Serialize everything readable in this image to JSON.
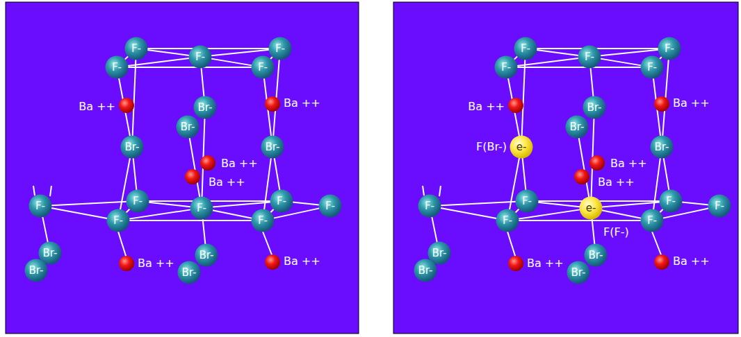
{
  "diagram": {
    "nodes": [
      {
        "text": [
          "F-"
        ]
      },
      {
        "text": [
          "F-"
        ]
      },
      {
        "text": [
          "F-"
        ]
      },
      {
        "text": [
          "F-"
        ]
      },
      {
        "text": [
          "F-"
        ]
      },
      {
        "text": [
          "Br-"
        ]
      },
      {
        "text": [
          "Br-"
        ]
      },
      {
        "text": [
          "Br-"
        ]
      },
      {
        "text": [
          "Br-"
        ]
      },
      {
        "text": [
          "F-"
        ]
      },
      {
        "text": [
          "F-"
        ]
      },
      {
        "text": [
          "F-"
        ]
      },
      {
        "text": [
          "F-"
        ]
      },
      {
        "text": [
          "F-"
        ]
      },
      {
        "text": [
          "F-"
        ]
      },
      {
        "text": [
          "F-"
        ]
      },
      {
        "text": [
          "Br-"
        ]
      },
      {
        "text": [
          "Br-"
        ]
      },
      {
        "text": [
          "Br-"
        ]
      },
      {
        "text": [
          "Br-"
        ]
      },
      {
        "text": [
          "F-"
        ]
      },
      {
        "text": [
          "F-"
        ]
      },
      {
        "text": [
          "F-"
        ]
      },
      {
        "text": [
          "F-"
        ]
      },
      {
        "text": [
          "F-"
        ]
      },
      {
        "text": [
          "Br-"
        ]
      },
      {
        "text": [
          "Br-"
        ]
      },
      {
        "text": [
          "e-"
        ]
      },
      {
        "text": [
          "Br-"
        ]
      },
      {
        "text": [
          "F-"
        ]
      },
      {
        "text": [
          "F-"
        ]
      },
      {
        "text": [
          "e-"
        ]
      },
      {
        "text": [
          "F-"
        ]
      },
      {
        "text": [
          "F-"
        ]
      },
      {
        "text": [
          "F-"
        ]
      },
      {
        "text": [
          "F-"
        ]
      },
      {
        "text": [
          "Br-"
        ]
      },
      {
        "text": [
          "Br-"
        ]
      },
      {
        "text": [
          "Br-"
        ]
      },
      {
        "text": [
          "Br-"
        ]
      }
    ],
    "edges": [
      {
        "from": 0,
        "to": 2,
        "arrow": "none"
      },
      {
        "from": 3,
        "to": 4,
        "arrow": "none"
      },
      {
        "from": 0,
        "to": 3,
        "arrow": "none"
      },
      {
        "from": 2,
        "to": 4,
        "arrow": "none"
      },
      {
        "from": 0,
        "to": 1,
        "arrow": "none"
      },
      {
        "from": 1,
        "to": 4,
        "arrow": "none"
      },
      {
        "from": 2,
        "to": 1,
        "arrow": "none"
      },
      {
        "from": 1,
        "to": 3,
        "arrow": "none"
      },
      {
        "from": 0,
        "to": 7,
        "arrow": "none"
      },
      {
        "from": 3,
        "to": 7,
        "arrow": "none"
      },
      {
        "from": 7,
        "to": 10,
        "arrow": "none"
      },
      {
        "from": 7,
        "to": 14,
        "arrow": "none"
      },
      {
        "from": 2,
        "to": 8,
        "arrow": "none"
      },
      {
        "from": 4,
        "to": 8,
        "arrow": "none"
      },
      {
        "from": 8,
        "to": 12,
        "arrow": "none"
      },
      {
        "from": 8,
        "to": 15,
        "arrow": "none"
      },
      {
        "from": 1,
        "to": 5,
        "arrow": "none"
      },
      {
        "from": 5,
        "to": 11,
        "arrow": "none"
      },
      {
        "from": 6,
        "to": 11,
        "arrow": "none"
      },
      {
        "from": 10,
        "to": 12,
        "arrow": "none"
      },
      {
        "from": 14,
        "to": 15,
        "arrow": "none"
      },
      {
        "from": 10,
        "to": 14,
        "arrow": "none"
      },
      {
        "from": 12,
        "to": 15,
        "arrow": "none"
      },
      {
        "from": 10,
        "to": 11,
        "arrow": "none"
      },
      {
        "from": 11,
        "to": 15,
        "arrow": "none"
      },
      {
        "from": 12,
        "to": 11,
        "arrow": "none"
      },
      {
        "from": 11,
        "to": 14,
        "arrow": "none"
      },
      {
        "from": 9,
        "to": 10,
        "arrow": "none"
      },
      {
        "from": 9,
        "to": 14,
        "arrow": "none"
      },
      {
        "from": 13,
        "to": 12,
        "arrow": "none"
      },
      {
        "from": 13,
        "to": 15,
        "arrow": "none"
      },
      {
        "from": 9,
        "to": 16,
        "arrow": "none"
      },
      {
        "from": 11,
        "to": 17,
        "arrow": "none"
      },
      {
        "from": 20,
        "to": 22,
        "arrow": "none"
      },
      {
        "from": 23,
        "to": 24,
        "arrow": "none"
      },
      {
        "from": 20,
        "to": 23,
        "arrow": "none"
      },
      {
        "from": 22,
        "to": 24,
        "arrow": "none"
      },
      {
        "from": 20,
        "to": 21,
        "arrow": "none"
      },
      {
        "from": 21,
        "to": 24,
        "arrow": "none"
      },
      {
        "from": 22,
        "to": 21,
        "arrow": "none"
      },
      {
        "from": 21,
        "to": 23,
        "arrow": "none"
      },
      {
        "from": 20,
        "to": 27,
        "arrow": "none"
      },
      {
        "from": 23,
        "to": 27,
        "arrow": "none"
      },
      {
        "from": 27,
        "to": 30,
        "arrow": "none"
      },
      {
        "from": 27,
        "to": 34,
        "arrow": "none"
      },
      {
        "from": 22,
        "to": 28,
        "arrow": "none"
      },
      {
        "from": 24,
        "to": 28,
        "arrow": "none"
      },
      {
        "from": 28,
        "to": 32,
        "arrow": "none"
      },
      {
        "from": 28,
        "to": 35,
        "arrow": "none"
      },
      {
        "from": 21,
        "to": 25,
        "arrow": "none"
      },
      {
        "from": 25,
        "to": 31,
        "arrow": "none"
      },
      {
        "from": 26,
        "to": 31,
        "arrow": "none"
      },
      {
        "from": 30,
        "to": 32,
        "arrow": "none"
      },
      {
        "from": 34,
        "to": 35,
        "arrow": "none"
      },
      {
        "from": 30,
        "to": 34,
        "arrow": "none"
      },
      {
        "from": 32,
        "to": 35,
        "arrow": "none"
      },
      {
        "from": 30,
        "to": 31,
        "arrow": "none"
      },
      {
        "from": 31,
        "to": 35,
        "arrow": "none"
      },
      {
        "from": 32,
        "to": 31,
        "arrow": "none"
      },
      {
        "from": 31,
        "to": 34,
        "arrow": "none"
      },
      {
        "from": 29,
        "to": 30,
        "arrow": "none"
      },
      {
        "from": 29,
        "to": 34,
        "arrow": "none"
      },
      {
        "from": 33,
        "to": 32,
        "arrow": "none"
      },
      {
        "from": 33,
        "to": 35,
        "arrow": "none"
      },
      {
        "from": 29,
        "to": 36,
        "arrow": "none"
      },
      {
        "from": 31,
        "to": 37,
        "arrow": "none"
      }
    ],
    "labels": [
      "Ba ++",
      "Ba ++",
      "Ba ++",
      "Ba ++",
      "Ba ++",
      "Ba ++",
      "Ba ++",
      "Ba ++",
      "F(Br-)",
      "Ba ++",
      "Ba ++",
      "F(F-)",
      "Ba ++",
      "Ba ++"
    ]
  }
}
